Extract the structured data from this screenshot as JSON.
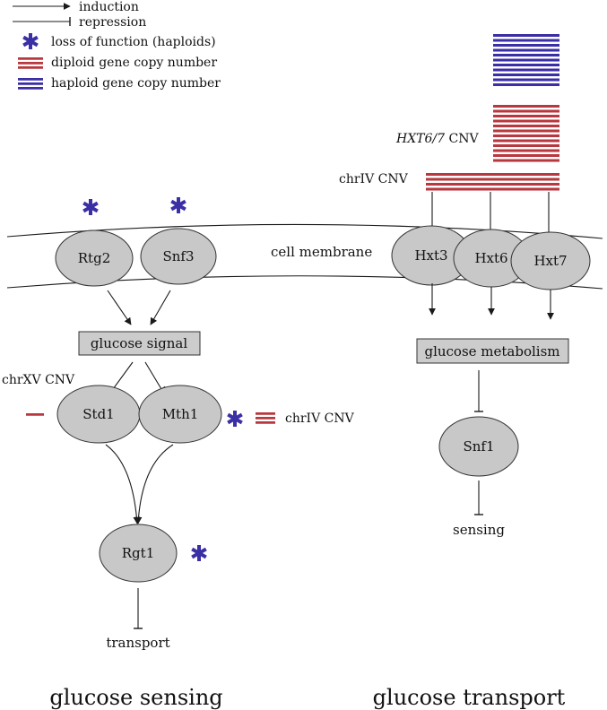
{
  "colors": {
    "diploid": "#b7383e",
    "haploid": "#3b2fa5",
    "knockout": "#3b2fa5",
    "node_fill": "#c8c8c8",
    "line": "#1a1a1a"
  },
  "legend": {
    "induction": "induction",
    "repression": "repression",
    "loss_of_function": "loss of function (haploids)",
    "diploid": "diploid gene copy number",
    "haploid": "haploid gene copy number",
    "icons": [
      "arrow-icon",
      "repression-bar-icon",
      "asterisk-icon",
      "red-stripes-icon",
      "blue-stripes-icon"
    ]
  },
  "membrane": {
    "label": "cell membrane"
  },
  "sensing": {
    "rtg2": "Rtg2",
    "snf3": "Snf3",
    "glucose_signal": "glucose signal",
    "chrxv_cnv": "chrXV CNV",
    "std1": "Std1",
    "mth1": "Mth1",
    "chriv_cnv": "chrIV CNV",
    "rgt1": "Rgt1",
    "transport": "transport",
    "section_title": "glucose sensing"
  },
  "transport": {
    "hxt67_gene": "HXT6/7",
    "hxt67_suffix": " CNV",
    "chriv_cnv": "chrIV CNV",
    "hxt3": "Hxt3",
    "hxt6": "Hxt6",
    "hxt7": "Hxt7",
    "glucose_metabolism": "glucose metabolism",
    "snf1": "Snf1",
    "sensing": "sensing",
    "section_title": "glucose transport"
  }
}
